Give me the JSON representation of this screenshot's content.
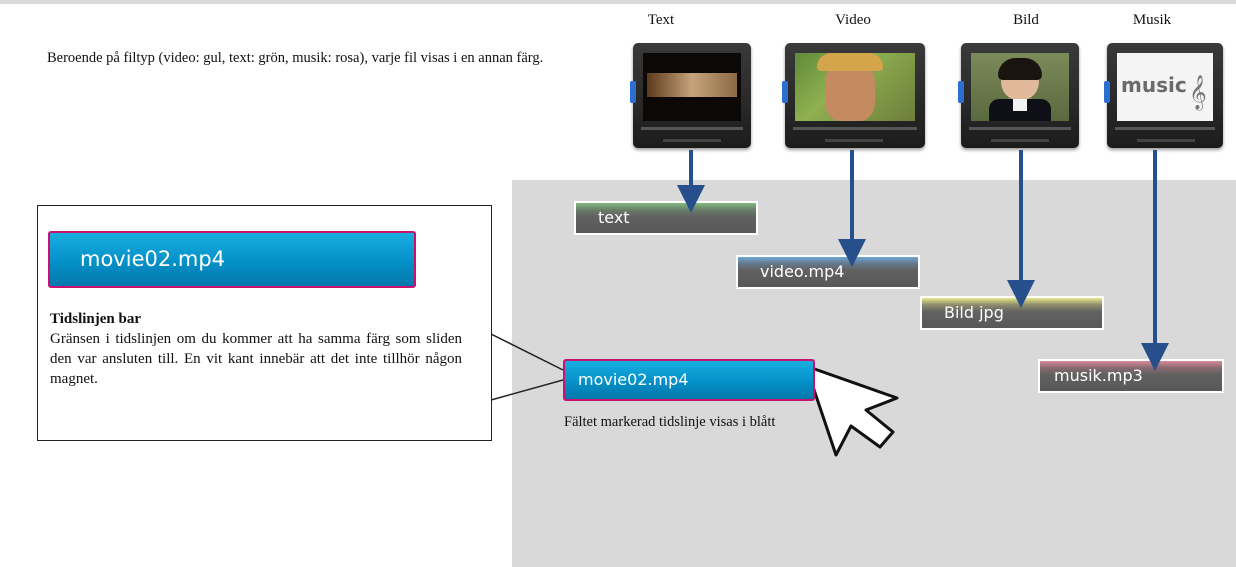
{
  "intro_text": "Beroende på filtyp (video: gul, text: grön, musik: rosa), varje fil visas i en annan färg.",
  "thumbnails": [
    {
      "label": "Text",
      "kind": "text-thumbnail"
    },
    {
      "label": "Video",
      "kind": "video-thumbnail"
    },
    {
      "label": "Bild",
      "kind": "image-thumbnail"
    },
    {
      "label": "Musik",
      "kind": "music-thumbnail",
      "screen_text": "music"
    }
  ],
  "clips": {
    "text": {
      "label": "text",
      "top_color": "#7fbd7f"
    },
    "video": {
      "label": "video.mp4",
      "top_color": "#6fa6d6"
    },
    "image": {
      "label": "Bild jpg",
      "top_color": "#e8e890"
    },
    "music": {
      "label": "musik.mp3",
      "top_color": "#d88a9a"
    }
  },
  "callout": {
    "clip_label": "movie02.mp4",
    "heading": "Tidslinjen bar",
    "body": "Gränsen i tidslinjen om du kommer att ha samma färg som sliden den var ansluten till. En vit kant innebär att det inte tillhör någon magnet."
  },
  "selected_clip": {
    "label": "movie02.mp4",
    "note": "Fältet markerad tidslinje visas i blått"
  },
  "colors": {
    "arrow": "#274f8c",
    "selection_border": "#c8136e",
    "selection_fill": "#0a9ad6",
    "panel": "#d9d9d9"
  },
  "icons": [
    "arrow-pointer-icon",
    "treble-clef-icon"
  ]
}
